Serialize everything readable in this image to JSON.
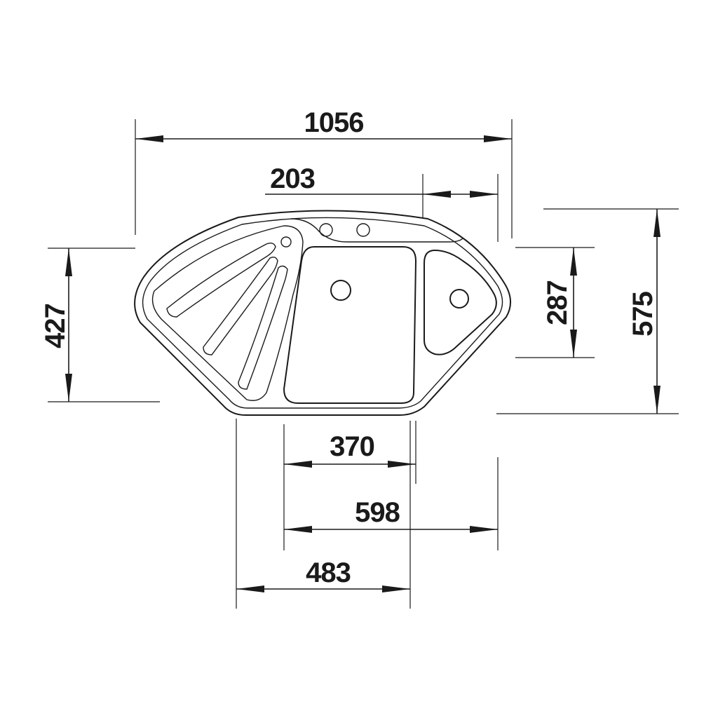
{
  "dimensions": {
    "overall_width": "1056",
    "small_offset": "203",
    "left_depth": "427",
    "bowl_depth": "287",
    "overall_depth": "575",
    "bowl_width": "370",
    "cabinet_width": "598",
    "front_width": "483"
  }
}
